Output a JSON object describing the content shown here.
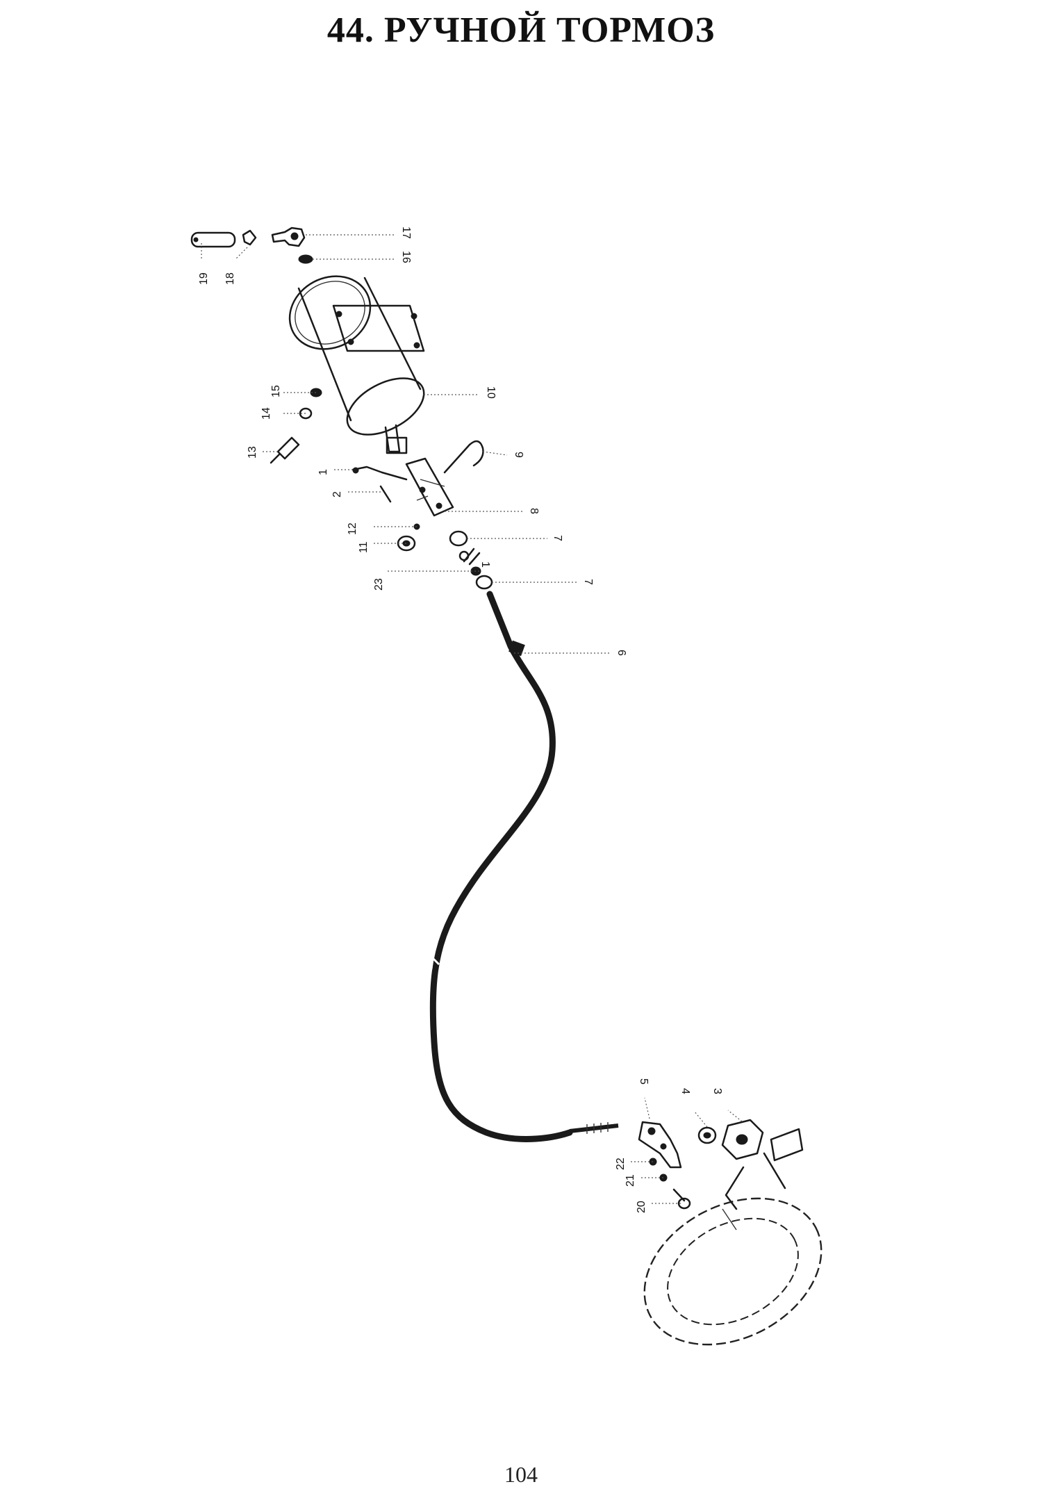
{
  "title": "44. РУЧНОЙ ТОРМОЗ",
  "page_number": "104",
  "callouts": {
    "c1a": "1",
    "c1b": "1",
    "c2": "2",
    "c3": "3",
    "c4": "4",
    "c5": "5",
    "c6": "6",
    "c7a": "7",
    "c7b": "7",
    "c8": "8",
    "c9": "9",
    "c10": "10",
    "c11": "11",
    "c12": "12",
    "c13": "13",
    "c14": "14",
    "c15": "15",
    "c16": "16",
    "c17": "17",
    "c18": "18",
    "c19": "19",
    "c20": "20",
    "c21": "21",
    "c22": "22",
    "c23": "23"
  }
}
